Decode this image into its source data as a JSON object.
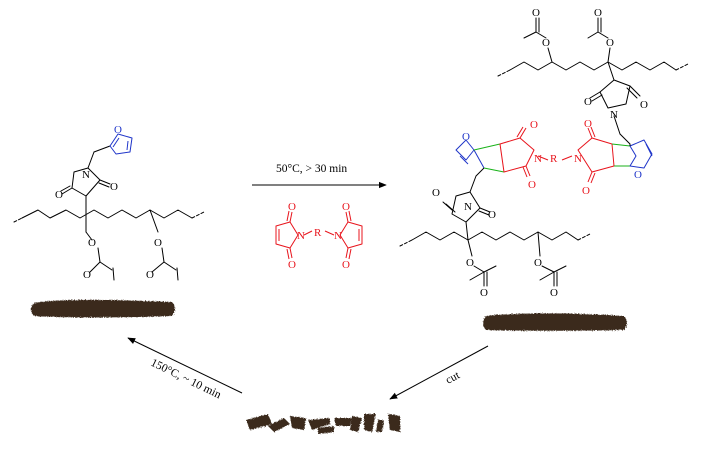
{
  "colors": {
    "bond": "#000000",
    "maleimide": "#e8141c",
    "furan": "#1f35c9",
    "adduct_bond": "#19b219",
    "polymer_film": "#3a2b1d"
  },
  "atoms": {
    "N": "N",
    "O": "O",
    "R": "R"
  },
  "reactions": {
    "forward_condition": "50°C, > 30 min",
    "retro_condition": "150°C, ~ 10 min",
    "cut_label": "cut"
  },
  "icons": {
    "forward": "arrow-right-icon",
    "cut": "arrow-down-left-icon",
    "retro": "arrow-up-left-icon"
  }
}
